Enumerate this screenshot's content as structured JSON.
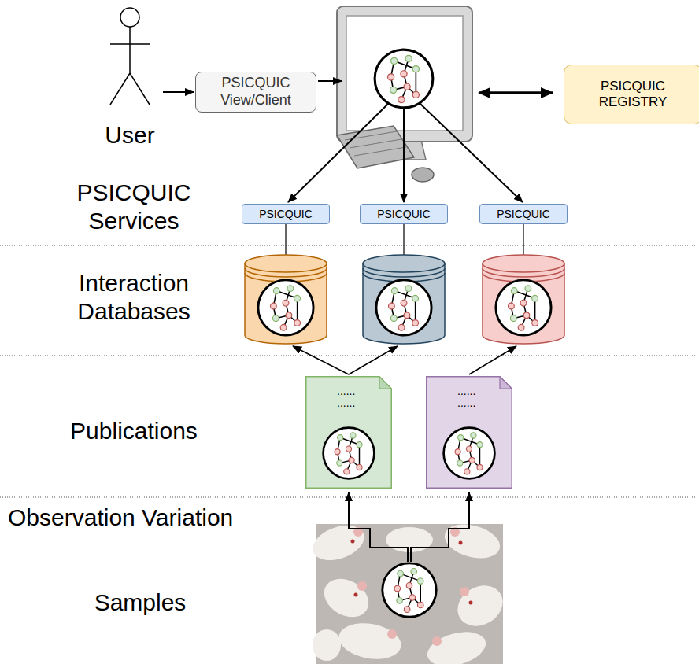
{
  "diagram": {
    "nodes": [
      {
        "text": [
          "User"
        ]
      },
      {
        "text": [
          "PSICQUIC View/Client"
        ]
      },
      {
        "text": [
          "PSICQUIC REGISTRY"
        ]
      },
      {
        "text": [
          "PSICQUIC"
        ]
      },
      {
        "text": [
          "PSICQUIC"
        ]
      },
      {
        "text": [
          "PSICQUIC"
        ]
      },
      {
        "text": [
          "......",
          "......"
        ]
      },
      {
        "text": [
          "......",
          "......"
        ]
      }
    ],
    "edges": [
      {
        "from": 0,
        "to": 1,
        "arrow": "to"
      }
    ],
    "labels": [
      "PSICQUIC Services",
      "Interaction Databases",
      "Publications",
      "Observation Variation",
      "Samples"
    ]
  }
}
